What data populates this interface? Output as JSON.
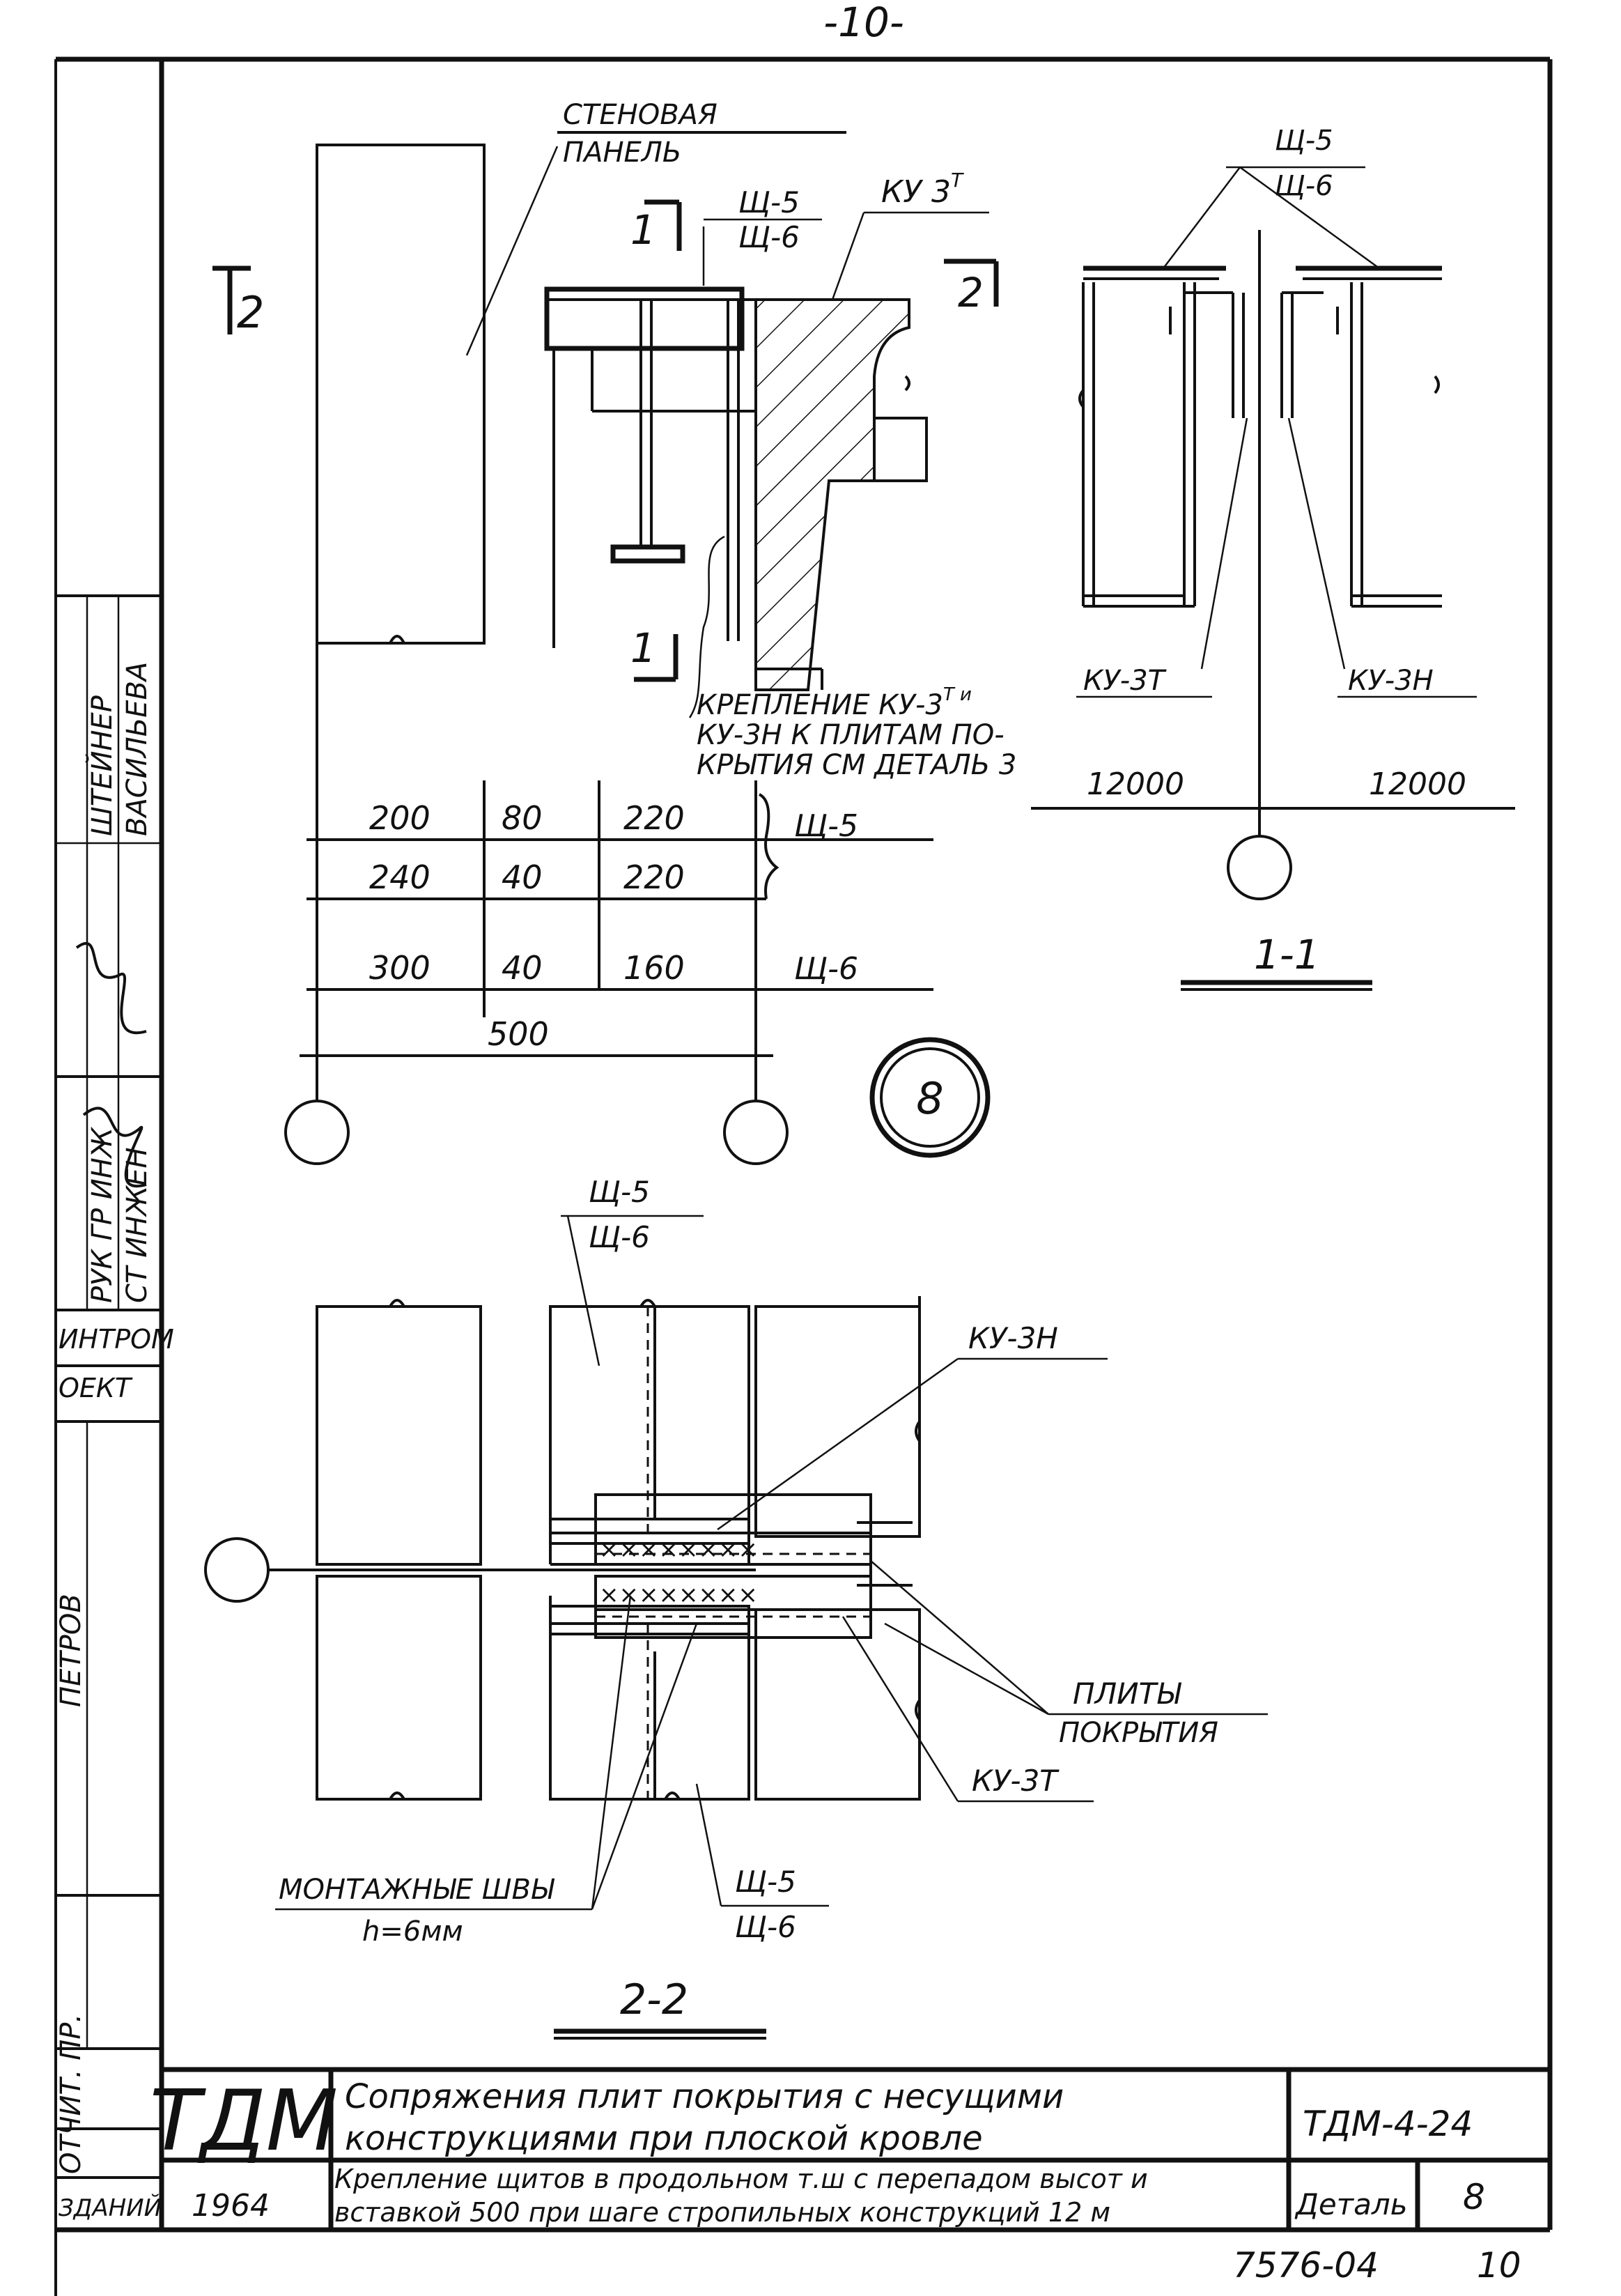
{
  "page_number": "-10-",
  "section_main": {
    "wall_panel_label": [
      "СТЕНОВАЯ",
      "ПАНЕЛЬ"
    ],
    "shield_top": "Щ-5",
    "shield_bottom": "Щ-6",
    "ku3t_label": "КУ 3",
    "ku3t_sup": "Т",
    "cut1_top": "1",
    "cut1_bottom": "1",
    "cut2_left": "2",
    "cut2_right": "2",
    "fastening_note": [
      "КРЕПЛЕНИЕ КУ-3",
      "КУ-3Н К ПЛИТАМ ПО-",
      "КРЫТИЯ СМ ДЕТАЛЬ 3"
    ],
    "fastening_sup": "Т и",
    "dims": {
      "row1": [
        "200",
        "80",
        "220"
      ],
      "row2": [
        "240",
        "40",
        "220"
      ],
      "row3": [
        "300",
        "40",
        "160"
      ],
      "row1_label": "Щ-5",
      "row3_label": "Щ-6",
      "total": "500"
    }
  },
  "section_1_1": {
    "shield_top": "Щ-5",
    "shield_bottom": "Щ-6",
    "ku3t": "КУ-3Т",
    "ku3n": "КУ-3Н",
    "span_left": "12000",
    "span_right": "12000",
    "title": "1-1"
  },
  "detail_marker": "8",
  "section_2_2": {
    "shield_top": "Щ-5",
    "shield_bottom": "Щ-6",
    "ku3n": "КУ-3Н",
    "slabs": [
      "ПЛИТЫ",
      "ПОКРЫТИЯ"
    ],
    "ku3t": "КУ-3Т",
    "joints": "МОНТАЖНЫЕ ШВЫ",
    "joints_h": "h=6мм",
    "shield2_top": "Щ-5",
    "shield2_bottom": "Щ-6",
    "title": "2-2"
  },
  "side_stamp": {
    "cells": [
      "ШТЕЙНЕР",
      "ВАСИЛЬЕВА",
      "РУК ГР ИНЖ",
      "СТ ИНЖЕН",
      "ИНТРОМ",
      "ОЕКТ",
      "ПЕТРОВ",
      "ОТЧИТ. ПР.",
      "ЗДАНИЙ"
    ]
  },
  "title_block": {
    "logo": "ТДМ",
    "year": "1964",
    "title_line1": "Сопряжения плит покрытия с несущими",
    "title_line2": "конструкциями при плоской кровле",
    "subtitle_line1": "Крепление щитов в продольном т.ш с перепадом высот и",
    "subtitle_line2": "вставкой 500 при шаге стропильных конструкций 12 м",
    "code": "ТДМ-4-24",
    "detail_label": "Деталь",
    "detail_no": "8"
  },
  "bottom_ref": "7576-04",
  "bottom_page": "10"
}
